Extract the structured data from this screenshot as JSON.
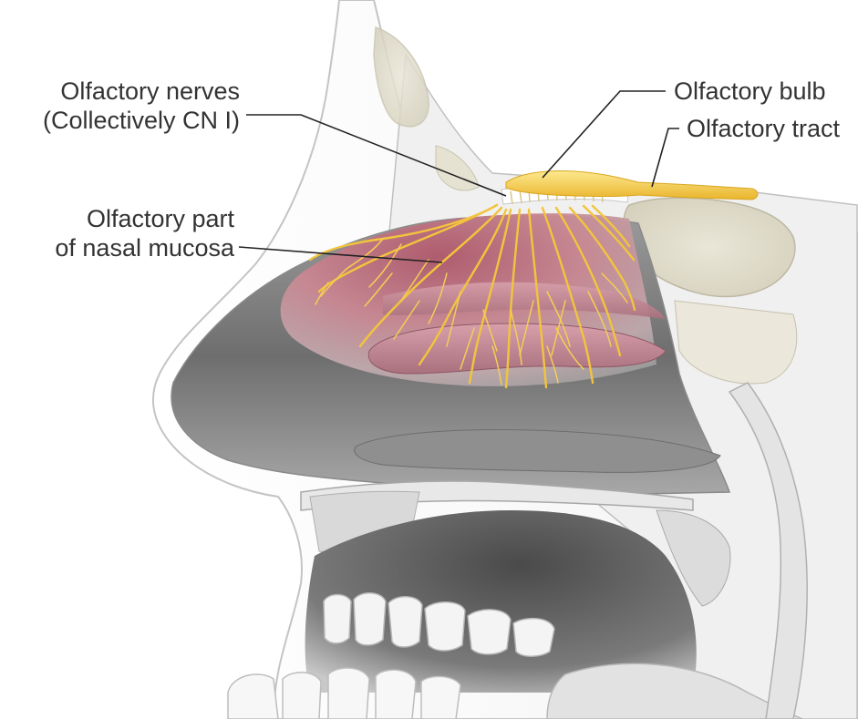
{
  "labels": {
    "olfactory_nerves_line1": "Olfactory nerves",
    "olfactory_nerves_line2": "(Collectively CN I)",
    "olfactory_part_line1": "Olfactory part",
    "olfactory_part_line2": "of nasal mucosa",
    "olfactory_bulb": "Olfactory bulb",
    "olfactory_tract": "Olfactory tract"
  },
  "colors": {
    "nerve": "#f2c43d",
    "nerve_light": "#fde08a",
    "mucosa": "#c8828e",
    "bone": "#f1f1f1",
    "outline": "#b8b8b8",
    "leader_line": "#222222",
    "label_text": "#333333",
    "cavity": "#7a7a7a"
  }
}
